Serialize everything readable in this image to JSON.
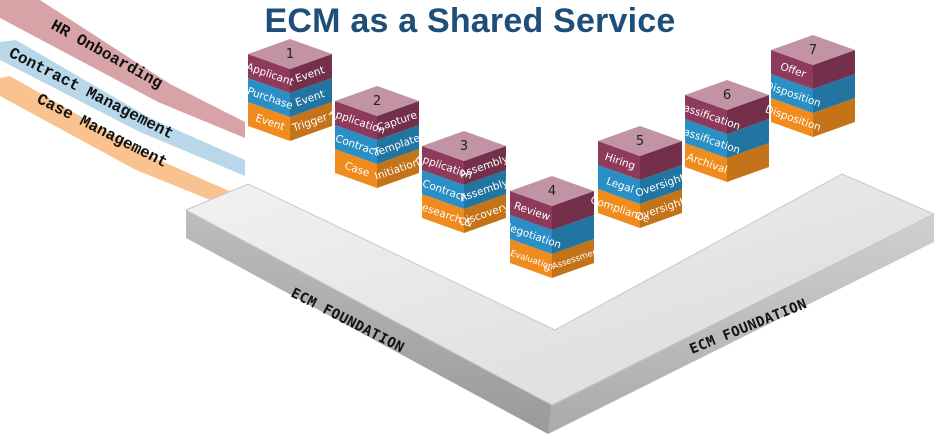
{
  "title": "ECM as a Shared Service",
  "processes": [
    {
      "label": "HR Onboarding",
      "color": "#d8a3a6"
    },
    {
      "label": "Contract Management",
      "color": "#b8d8ea"
    },
    {
      "label": "Case Management",
      "color": "#f9c28e"
    }
  ],
  "foundation": {
    "left_label": "ECM FOUNDATION",
    "right_label": "ECM FOUNDATION"
  },
  "colors": {
    "hr": "#8e3a5a",
    "contract": "#2a8fc4",
    "case": "#f08c1e"
  },
  "stacks": [
    {
      "number": "1",
      "top": [
        "Applicant",
        "Event"
      ],
      "mid": [
        "Purchase",
        "Event"
      ],
      "bot": [
        "Event",
        "Trigger"
      ]
    },
    {
      "number": "2",
      "top": [
        "Application",
        "Capture"
      ],
      "mid": [
        "Contract",
        "Template"
      ],
      "bot": [
        "Case",
        "Initiation"
      ]
    },
    {
      "number": "3",
      "top": [
        "Application",
        "Assembly"
      ],
      "mid": [
        "Contract",
        "Assembly"
      ],
      "bot": [
        "Research &",
        "Discovery"
      ]
    },
    {
      "number": "4",
      "top": [
        "Review",
        ""
      ],
      "mid": [
        "Negotiation",
        ""
      ],
      "bot": [
        "Evaluation",
        "& Assessment"
      ]
    },
    {
      "number": "5",
      "top": [
        "Hiring",
        ""
      ],
      "mid": [
        "Legal",
        "Oversight"
      ],
      "bot": [
        "Compliance",
        "Oversight"
      ]
    },
    {
      "number": "6",
      "top": [
        "Classification",
        ""
      ],
      "mid": [
        "Classification",
        ""
      ],
      "bot": [
        "Archival",
        ""
      ]
    },
    {
      "number": "7",
      "top": [
        "Offer",
        ""
      ],
      "mid": [
        "Disposition",
        ""
      ],
      "bot": [
        "Disposition",
        ""
      ]
    }
  ]
}
